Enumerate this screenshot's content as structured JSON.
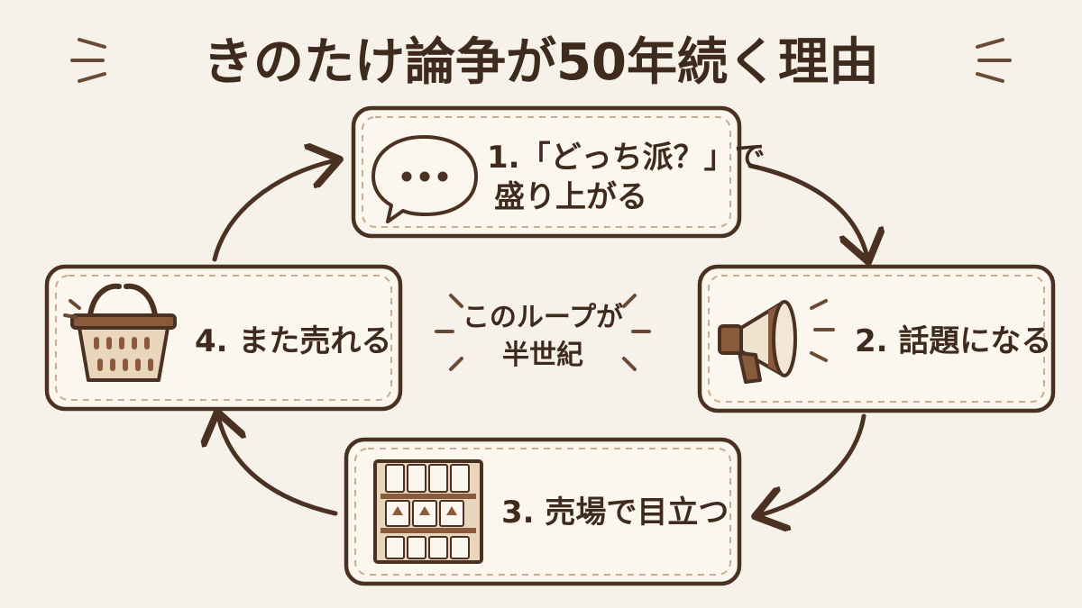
{
  "title": "きのたけ論争が50年続く理由",
  "center_label": {
    "line1": "このループが",
    "line2": "半世紀"
  },
  "steps": [
    {
      "line1": "1.「どっち派？」で",
      "line2": "盛り上がる",
      "icon": "speech-bubble-icon"
    },
    {
      "line1": "2. 話題になる",
      "line2": "",
      "icon": "megaphone-icon"
    },
    {
      "line1": "3. 売場で目立つ",
      "line2": "",
      "icon": "store-shelf-icon"
    },
    {
      "line1": "4. また売れる",
      "line2": "",
      "icon": "shopping-basket-icon"
    }
  ],
  "colors": {
    "background": "#f6f2ea",
    "ink": "#4a3122",
    "box_fill": "#fbf6ee",
    "accent_tan": "#e9d5bb",
    "accent_brown": "#8a5a3c"
  }
}
